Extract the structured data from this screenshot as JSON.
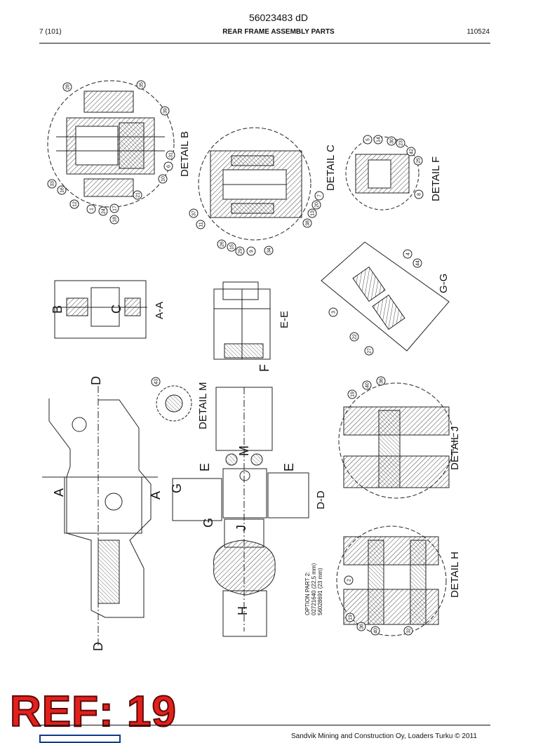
{
  "header": {
    "doc_number": "56023483 dD",
    "page": "7 (101)",
    "title": "REAR FRAME ASSEMBLY PARTS",
    "code": "110524"
  },
  "details": {
    "detail_b": "DETAIL B",
    "detail_c": "DETAIL C",
    "detail_f": "DETAIL F",
    "detail_m": "DETAIL M",
    "detail_j": "DETAIL J",
    "detail_h": "DETAIL H",
    "section_aa": "A-A",
    "section_ee": "E-E",
    "section_gg": "G-G",
    "section_dd": "D-D"
  },
  "view_letters": {
    "a": "A",
    "b": "B",
    "c": "C",
    "d": "D",
    "e": "E",
    "f": "F",
    "g": "G",
    "h": "H",
    "j": "J",
    "m": "M"
  },
  "option_note": {
    "line1": "OPTION PART 2:",
    "line2": "02721640 (22,5 mm)",
    "line3": "56028691 (23 mm)"
  },
  "balloons": {
    "b": [
      "28",
      "35",
      "39",
      "31",
      "6",
      "10",
      "21",
      "12",
      "17",
      "18",
      "24",
      "1",
      "12",
      "16",
      "33"
    ],
    "c": [
      "37",
      "11",
      "26",
      "15",
      "29",
      "9",
      "34",
      "38",
      "13",
      "20",
      "7"
    ],
    "f": [
      "5",
      "14",
      "30",
      "23",
      "42",
      "25",
      "8"
    ],
    "m": [
      "43"
    ],
    "gg": [
      "4",
      "44",
      "3",
      "22",
      "27"
    ],
    "j": [
      "19",
      "40",
      "36"
    ],
    "h": [
      "2",
      "19",
      "36",
      "40",
      "32"
    ]
  },
  "stamp": "REF: 19",
  "footer": "Sandvik Mining and Construction Oy, Loaders Turku © 2011"
}
